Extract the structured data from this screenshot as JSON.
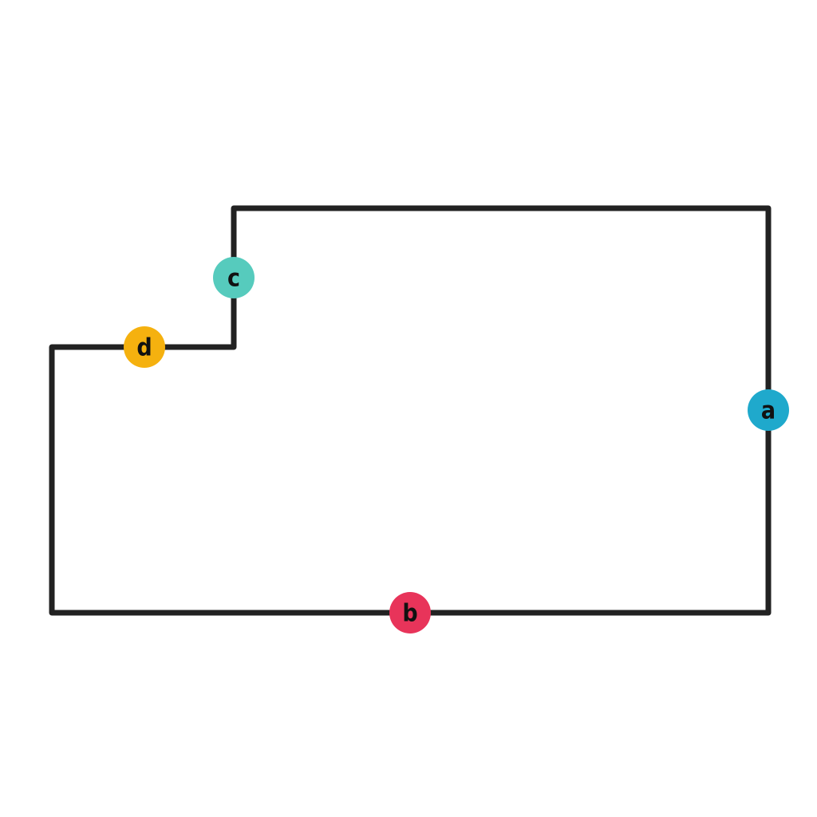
{
  "diagram": {
    "background_color": "#ffffff",
    "outline_color": "#222222",
    "shape": "L-shaped rectilinear polygon",
    "labels": [
      {
        "id": "a",
        "text": "a",
        "edge": "right",
        "color": "#1fa9cc"
      },
      {
        "id": "b",
        "text": "b",
        "edge": "bottom",
        "color": "#e8345a"
      },
      {
        "id": "c",
        "text": "c",
        "edge": "inner-vertical",
        "color": "#56cbbd"
      },
      {
        "id": "d",
        "text": "d",
        "edge": "inner-horizontal",
        "color": "#f5b10f"
      }
    ]
  }
}
